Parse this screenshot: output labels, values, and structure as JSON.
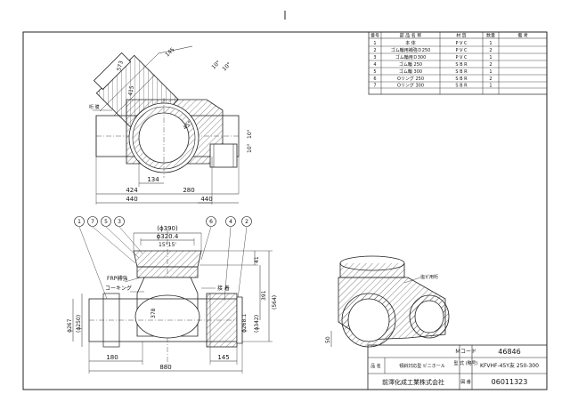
{
  "parts_table": {
    "headers": [
      "番号",
      "部 品 名 称",
      "材 質",
      "数量",
      "備 考"
    ],
    "rows": [
      [
        "1",
        "本  体",
        "P V C",
        "1",
        ""
      ],
      [
        "2",
        "ゴム輪用補強Ｄ250",
        "P V C",
        "2",
        ""
      ],
      [
        "3",
        "ゴム輪用Ｄ300",
        "P V C",
        "1",
        ""
      ],
      [
        "4",
        "ゴム輪 250",
        "S B R",
        "2",
        ""
      ],
      [
        "5",
        "ゴム輪 300",
        "S B R",
        "1",
        ""
      ],
      [
        "6",
        "Oリング 250",
        "S B R",
        "2",
        ""
      ],
      [
        "7",
        "Oリング 300",
        "S B R",
        "1",
        ""
      ]
    ]
  },
  "top_view": {
    "dims": {
      "d573": "573",
      "d145": "145",
      "d415": "415",
      "angle_45": "45°",
      "angle_10a": "10°",
      "angle_10b": "10°",
      "angle_10c": "10°",
      "angle_10d": "10°",
      "d134": "134",
      "d424": "424",
      "d280": "280",
      "d440a": "440",
      "d440b": "440"
    },
    "label_zenkou": "桁 膜"
  },
  "front_view": {
    "balloons": [
      "1",
      "7",
      "5",
      "3",
      "6",
      "4",
      "2"
    ],
    "dims": {
      "d390": "(ϕ390)",
      "d320": "ϕ320.4",
      "angle_15": "15°15'",
      "d41": "41",
      "d391": "391",
      "d564": "(564)",
      "d378": "378",
      "d267": "ϕ267",
      "d250": "(ϕ250)",
      "d268": "ϕ268.1",
      "d342": "(ϕ342)",
      "d180": "180",
      "d145": "145",
      "d880": "880"
    },
    "labels": {
      "frp": "FRP補強",
      "caulk": "コーキング",
      "bond": "接 着"
    }
  },
  "iso_view": {
    "label": "塩ビ用桁",
    "dim_50": "50"
  },
  "title_block": {
    "mcode_label": "Ｍコード",
    "mcode_value": "46846",
    "name_label": "品 名",
    "name_value": "傾斜対応型 ビニホール",
    "model_label": "型 式\n(略号)",
    "model_value": "KFVHF-45Y友 250-300",
    "company": "前澤化成工業株式会社",
    "drawing_no_label": "図 番",
    "drawing_no_value": "06011323"
  }
}
